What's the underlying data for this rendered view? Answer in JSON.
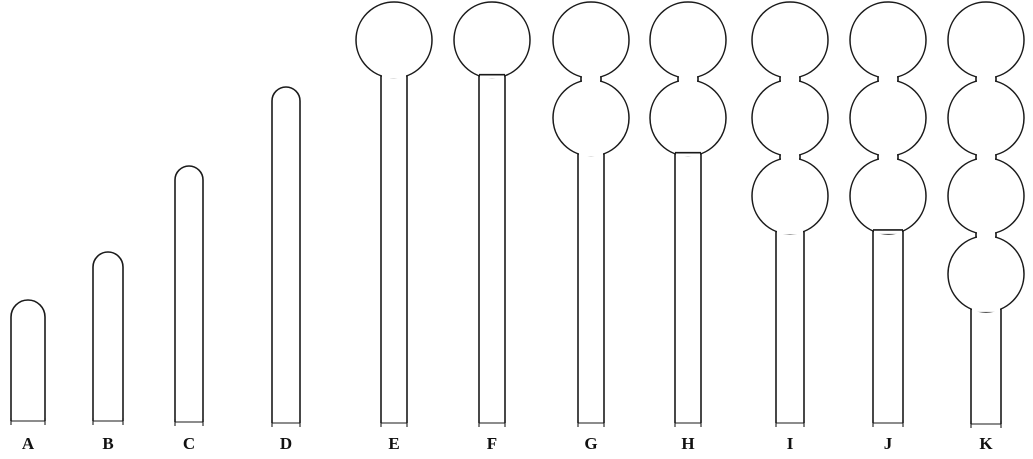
{
  "figure": {
    "stages": [
      {
        "label": "A",
        "bulbs": 0
      },
      {
        "label": "B",
        "bulbs": 0
      },
      {
        "label": "C",
        "bulbs": 0
      },
      {
        "label": "D",
        "bulbs": 0
      },
      {
        "label": "E",
        "bulbs": 1
      },
      {
        "label": "F",
        "bulbs": 1
      },
      {
        "label": "G",
        "bulbs": 2
      },
      {
        "label": "H",
        "bulbs": 2
      },
      {
        "label": "I",
        "bulbs": 3
      },
      {
        "label": "J",
        "bulbs": 3
      },
      {
        "label": "K",
        "bulbs": 4
      }
    ]
  }
}
